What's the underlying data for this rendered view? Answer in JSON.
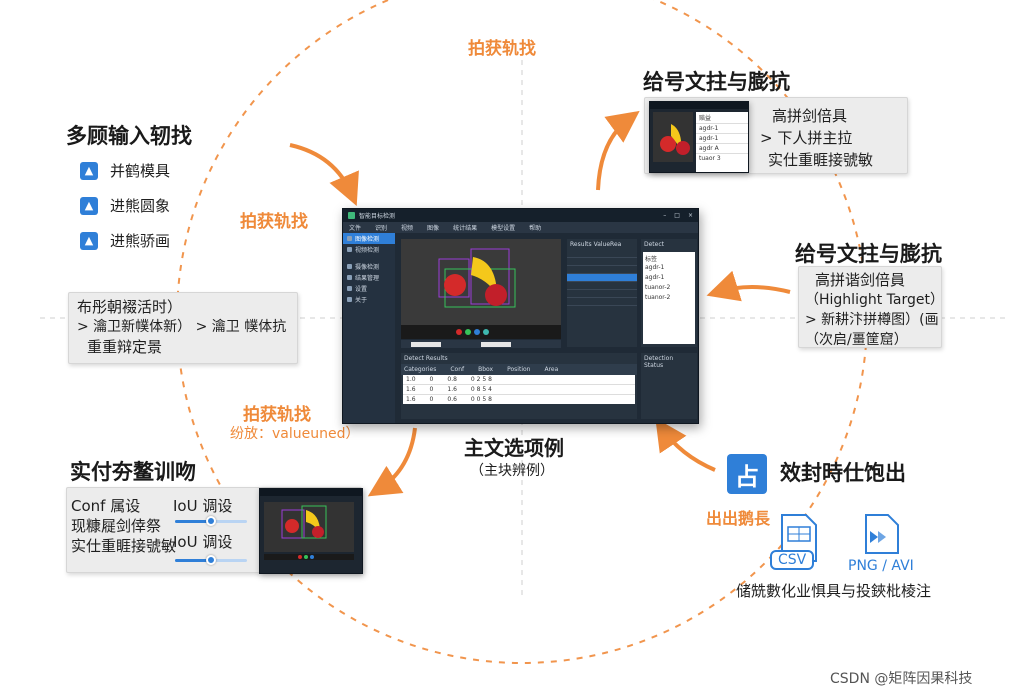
{
  "center": {
    "title": "主文选项例",
    "subtitle": "（主块辨例）"
  },
  "flow_labels": {
    "top": "拍获轨找",
    "left_upper": "拍获轨找",
    "left_lower": "拍获轨找",
    "left_lower_sub": "纷放：valueuned）"
  },
  "top_right": {
    "title": "给号文拄与膨抗",
    "lines": [
      "高拼剑倍具",
      "> 下人拼主拉",
      "实仕重睚接號敏"
    ],
    "thumb_list": [
      "赔益",
      "agdr-1",
      "agdr-1",
      "agdr A",
      "tuaor 3"
    ]
  },
  "right_mid": {
    "title": "给号文拄与膨抗",
    "lines": [
      "高拼谐剑倍員",
      "（Highlight Target）",
      "> 新耕汴拼樽图）(画",
      "（次启/畺筐窟）"
    ]
  },
  "left_top": {
    "title": "多顾输入轫找",
    "items": [
      "并鹤模具",
      "进熊圆象",
      "进熊骄画"
    ]
  },
  "left_mid": {
    "lines": [
      "布彤朝裰活时）",
      "> 瀹卫新幞体新） > 瀹卫 幞体抗",
      "重重辩定景"
    ]
  },
  "bottom_left": {
    "title": "实付夯鳌训吻",
    "conf_label": "Conf 属设",
    "conf_lines": [
      "现糠屣剑倖祭",
      "实仕重睚接號敏"
    ],
    "iou_label_1": "IoU 调设",
    "iou_label_2": "IoU 调设",
    "iou_value_1": 0.5,
    "iou_value_2": 0.5
  },
  "bottom_right": {
    "title": "效封時仕饱出",
    "export_label": "出出鹅長",
    "csv_label": "CSV",
    "png_label": "PNG / AVI",
    "caption": "储兟數化业惧具与投鋏枇棱注"
  },
  "app": {
    "window_title": "智能目标检测",
    "menu": [
      "文件",
      "识别",
      "视频",
      "图像",
      "统计结果",
      "模型设置",
      "帮助"
    ],
    "sidebar": [
      "图像检测",
      "视频检测",
      "摄像检测",
      "结果管理",
      "设置",
      "关于"
    ],
    "right_panel_title": "Results  ValueRea",
    "right_list_title": "Detect",
    "right_list": [
      "标签",
      "agdr-1",
      "agdr-1",
      "tuanor-2",
      "tuanor-2"
    ],
    "table_title": "Detect  Results",
    "table_headers": [
      "Categories",
      "Conf",
      "Bbox",
      "Position",
      "Area"
    ],
    "table_rows": [
      [
        "1.0",
        "0",
        "0.8",
        "0 2 5 8"
      ],
      [
        "1.6",
        "0",
        "1.6",
        "0 8 5 4"
      ],
      [
        "1.6",
        "0",
        "0.6",
        "0 0 5 8"
      ]
    ],
    "status": "Detection  Status"
  },
  "watermark": "CSDN @矩阵因果科技",
  "colors": {
    "accent_orange": "#ef8a3a",
    "accent_blue": "#2f7fd8",
    "app_dark": "#1f2a36"
  }
}
